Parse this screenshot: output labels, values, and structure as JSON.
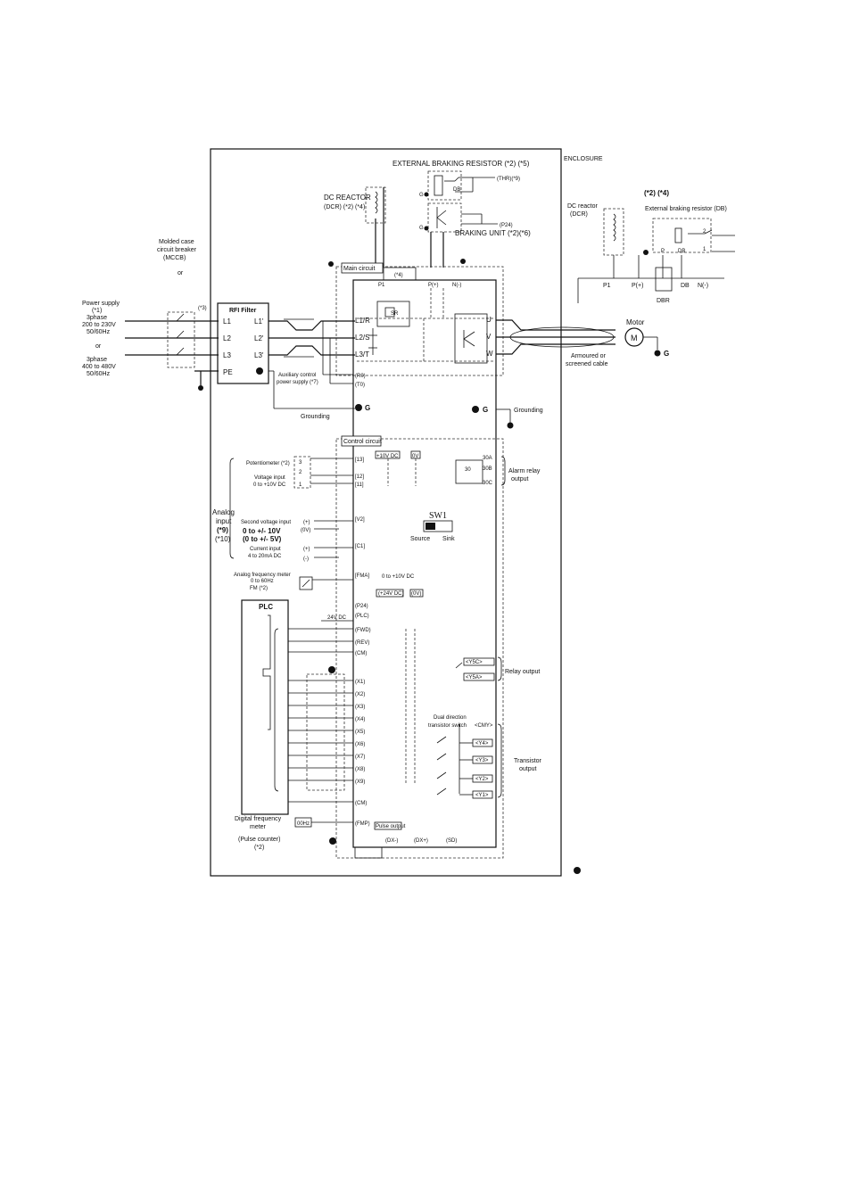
{
  "enclosure_label": "ENCLOSURE",
  "ext_brake_title": "EXTERNAL BRAKING RESISTOR (*2) (*5)",
  "thr_label": "(THR)(*9)",
  "p24_top": "(P24)",
  "braking_unit": "BRAKING UNIT (*2)(*6)",
  "dc_reactor_title": "DC REACTOR",
  "dc_reactor_sub": "(DCR) (*2) (*4)",
  "main_circuit": "Main circuit",
  "mccb_l1": "Molded case",
  "mccb_l2": "circuit breaker",
  "mccb_l3": "(MCCB)",
  "mccb_or": "or",
  "ps_l1": "Power supply",
  "ps_l2": "(*1)",
  "ps_l3": "3phase",
  "ps_l4": "200 to 230V",
  "ps_l5": "50/60Hz",
  "ps_or": "or",
  "ps_l6": "3phase",
  "ps_l7": "400 to 480V",
  "ps_l8": "50/60Hz",
  "note3": "(*3)",
  "rfi_title": "RFI Filter",
  "rfi_in": [
    "L1",
    "L2",
    "L3",
    "PE"
  ],
  "rfi_out": [
    "L1'",
    "L2'",
    "L3'"
  ],
  "main_inputs": [
    "L1/R",
    "L2/S",
    "L3/T"
  ],
  "outputs_uvw": [
    "U",
    "V",
    "W"
  ],
  "aux_l1": "Auxiliary control",
  "aux_l2": "power supply (*7)",
  "r0": "(R0)",
  "t0": "(T0)",
  "grounding_left": "Grounding",
  "grounding_right": "Grounding",
  "g_label": "G",
  "sr_label": "SR",
  "p1_label": "P1",
  "pplus_label": "P(+)",
  "nminus_label": "N(-)",
  "note4": "(*4)",
  "motor_title": "Motor",
  "motor_symbol": "M",
  "cable_l1": "Armoured or",
  "cable_l2": "screened cable",
  "right_note": "(*2) (*4)",
  "right_dcr_l1": "DC reactor",
  "right_dcr_l2": "(DCR)",
  "right_ext": "External braking resistor (DB)",
  "right_p1": "P1",
  "right_pplus": "P(+)",
  "right_db": "DB",
  "right_nminus": "N(-)",
  "right_dbr": "DBR",
  "right_p": "P",
  "right_db2": "DB",
  "control_circuit": "Control circuit",
  "pot_label": "Potentiometer (*2)",
  "vin_l1": "Voltage input",
  "vin_l2": "0 to +10V DC",
  "term_13": "[13]",
  "term_12": "[12]",
  "term_11": "[11]",
  "plus10": "+10V DC",
  "zero_v": "0V",
  "analog_l1": "Analog",
  "analog_l2": "input",
  "analog_l3": "(*9)",
  "analog_l4": "(*10)",
  "v2_l1": "Second voltage input",
  "v2_l2": "0 to +/- 10V",
  "v2_l3": "(0 to +/- 5V)",
  "v2_plus": "(+)",
  "v2_zero": "(0V)",
  "term_v2": "[V2]",
  "ci_l1": "Current input",
  "ci_l2": "4 to 20mA DC",
  "ci_plus": "(+)",
  "ci_minus": "(-)",
  "term_c1": "[C1]",
  "sw_title": "SW1",
  "sw_source": "Source",
  "sw_sink": "Sink",
  "afm_l1": "Analog frequency meter",
  "afm_l2": "0 to 60Hz",
  "afm_l3": "FM (*2)",
  "term_fma": "[FMA]",
  "fma_range": "0 to +10V DC",
  "plc_title": "PLC",
  "plc_24v": "24V DC",
  "p24v_dc": "(+24V DC)",
  "zero_v2": "(0V)",
  "term_p24": "(P24)",
  "term_plc": "(PLC)",
  "term_fwd": "(FWD)",
  "term_rev": "(REV)",
  "term_cm": "(CM)",
  "x_terms": [
    "(X1)",
    "(X2)",
    "(X3)",
    "(X4)",
    "(X5)",
    "(X6)",
    "(X7)",
    "(X8)",
    "(X9)"
  ],
  "term_cm2": "(CM)",
  "term_fmp": "(FMP)",
  "pulse_output": "Pulse output",
  "dfm_l1": "Digital frequency",
  "dfm_l2": "meter",
  "dfm_l3": "(Pulse counter)",
  "dfm_l4": "(*2)",
  "dfm_box": "00Hz",
  "dx_minus": "(DX-)",
  "dx_plus": "(DX+)",
  "sd": "(SD)",
  "alarm_30a": "30A",
  "alarm_30b": "30B",
  "alarm_30c": "30C",
  "alarm_30": "30",
  "alarm_l1": "Alarm relay",
  "alarm_l2": "output",
  "relay_y5c": "<Y5C>",
  "relay_y5a": "<Y5A>",
  "relay_label": "Relay output",
  "dual_l1": "Dual direction",
  "dual_l2": "transistor switch",
  "tr_cmy": "<CMY>",
  "tr_terms": [
    "<Y4>",
    "<Y3>",
    "<Y2>",
    "<Y1>"
  ],
  "tr_l1": "Transistor",
  "tr_l2": "output"
}
